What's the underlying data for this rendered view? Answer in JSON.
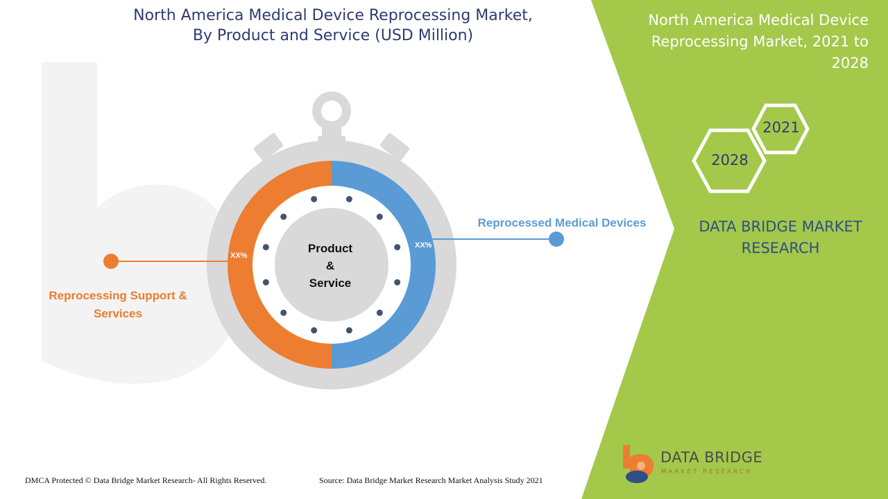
{
  "header": {
    "title_line1": "North America Medical Device Reprocessing Market,",
    "title_line2": "By Product and Service (USD Million)"
  },
  "side_panel": {
    "title_line1": "North America Medical Device",
    "title_line2": "Reprocessing Market, 2021 to",
    "title_line3": "2028",
    "hex_year_a": "2021",
    "hex_year_b": "2028",
    "brand_line1": "DATA BRIDGE MARKET",
    "brand_line2": "RESEARCH"
  },
  "chart_data": {
    "type": "pie",
    "center_label": {
      "line1": "Product",
      "line2": "&",
      "line3": "Service"
    },
    "categories": [
      "Reprocessed  Medical Devices",
      "Reprocessing Support & Services"
    ],
    "values": [
      50,
      50
    ],
    "value_labels": [
      "XX%",
      "XX%"
    ],
    "colors": [
      "#5b9bd5",
      "#ed7d31"
    ],
    "legend": {
      "right": "Reprocessed  Medical Devices",
      "left_line1": "Reprocessing Support  &",
      "left_line2": "Services"
    }
  },
  "colors": {
    "green_panel": "#a3c84a",
    "title_blue": "#2f3b72",
    "dial_gray": "#d9d9d9",
    "dot": "#44546a"
  },
  "footer": {
    "copyright": "DMCA Protected © Data Bridge Market Research- All Rights Reserved.",
    "source": "Source: Data Bridge Market Research Market Analysis Study 2021"
  },
  "logo": {
    "name": "DATA BRIDGE",
    "tagline": "MARKET RESEARCH"
  }
}
